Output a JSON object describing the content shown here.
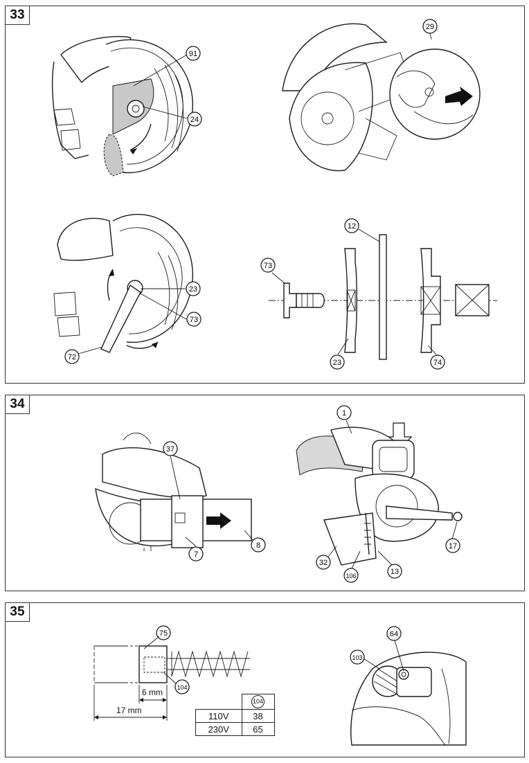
{
  "figures": [
    {
      "number": "33",
      "callouts": [
        "91",
        "24",
        "29",
        "23",
        "73",
        "72",
        "12",
        "73",
        "23",
        "74"
      ]
    },
    {
      "number": "34",
      "callouts": [
        "37",
        "7",
        "8",
        "1",
        "17",
        "32",
        "106",
        "13"
      ]
    },
    {
      "number": "35",
      "callouts": [
        "75",
        "104",
        "64",
        "103"
      ]
    }
  ],
  "fig35": {
    "dim_small": "6 mm",
    "dim_large": "17 mm",
    "table": {
      "header": "104",
      "rows": [
        {
          "voltage": "110V",
          "value": "38"
        },
        {
          "voltage": "230V",
          "value": "65"
        }
      ]
    }
  }
}
